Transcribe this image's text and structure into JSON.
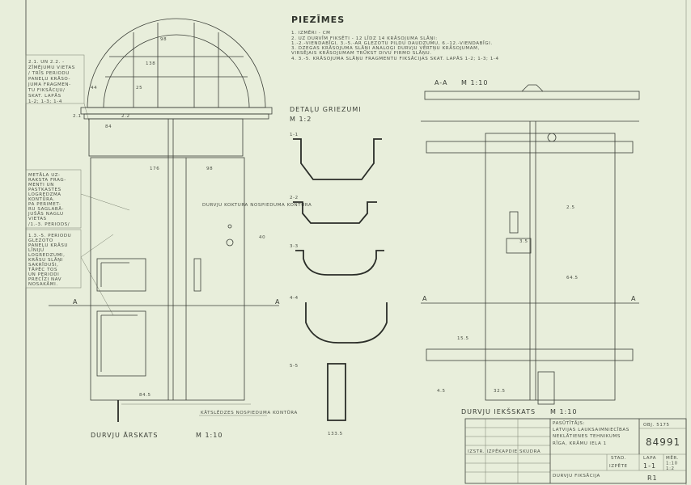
{
  "notes": {
    "title": "PIEZĪMES",
    "lines": [
      "1.   IZMĒRI - CM",
      "2.   UZ DURVĪM FIKSĒTI - 12 LĪDZ 14 KRĀSOJUMA SLĀŅI:",
      "      1.-2.-VIENDABĪGI, 3.-5.-AR GLEZOTU PILDU DAUDZUMU, 6.-12.-VIENDABĪGI.",
      "3.   DZEGAS KRĀSOJUMA SLĀŅI ANALOĢI DURVJU VĒRTŅU KRĀSOJUMAM,",
      "      VIRSĒJAIS KRĀSOJUMAM TRŪKST DIVU PIRMO SLĀŅU.",
      "4.   3.-5. KRĀSOJUMA SLĀŅU FRAGMENTU FIKSĀCIJAS SKAT. LAPĀS 1-2; 1-3; 1-4"
    ]
  },
  "left_notes": {
    "note1": [
      "2.1. UN 2.2. -",
      "ZĪMĒJUMU VIETAS",
      "/ TRĪS PERIODU",
      "PANEĻU KRĀSO-",
      "JUMA FRAGMEN-",
      "TU FIKSĀCIJU/",
      "SKAT. LAPĀS",
      "1-2; 1-3; 1-4"
    ],
    "note2": [
      "METĀLA UZ-",
      "RAKSTA FRAG-",
      "MENTI UN",
      "PASTKASTES",
      "LOGREDZMA",
      "KONTŪRA.",
      "PA PERIMET-",
      "RU SAGLABĀ-",
      "JUŠĀS NAGLU",
      "VIETAS",
      "/1.-3. PERIODS/"
    ],
    "note3": [
      "1.3.-5. PERIODU",
      "GLEZOTO",
      "PANEĻU KRĀSU",
      "LĪNIJU",
      "LOGREDZUMI,",
      "KRĀSU SLĀŅI",
      "SAKRĪDUŠI,",
      "TĀPĒC TOS",
      "UN PERIODI",
      "PRECĪZI NAV",
      "NOSAKĀMI."
    ]
  },
  "labels": {
    "detail_title": "DETAĻU GRIEZUMI",
    "detail_scale": "M 1:2",
    "sec_11": "1-1",
    "sec_22": "2-2",
    "sec_33": "3-3",
    "sec_44": "4-4",
    "sec_55": "5-5",
    "aa_title": "A-A",
    "aa_scale": "M 1:10",
    "A": "A",
    "s21": "2.1",
    "s22": "2.2",
    "front_view": "DURVJU ĀRSKATS",
    "front_scale": "M 1:10",
    "inner_view": "DURVJU IEKŠSKATS",
    "inner_scale": "M 1:10",
    "keyhole_note": "DURVJU KOKTURA NOSPIEDUMA KONTŪRA",
    "handle_note": "KĀTSLĒDZES NOSPIEDUMA KONTŪRA",
    "dims": [
      "138",
      "98",
      "44",
      "25",
      "84",
      "98",
      "176",
      "40",
      "84.5",
      "64.5",
      "133.5",
      "2.5",
      "3.5",
      "4.5",
      "15.5",
      "32.5"
    ]
  },
  "title_block": {
    "client_label": "PASŪTĪTĀJS:",
    "client_lines": [
      "LATVIJAS LAUKSAIMNIECĪBAS",
      "NEKLĀTIENES TEHNIKUMS",
      "RĪGA, KRĀMU IELA 1"
    ],
    "org_code": "OBJ. 5175",
    "drawing_no": "84991",
    "author_row": "IZSTR. IZPĒKAPDIE SKUDRA",
    "stage_label": "STAD.",
    "sheet_label": "LAPA",
    "scale_label": "MĒR.",
    "stage_value": "IZPĒTE",
    "sheet_value": "1-1",
    "scale_value_1": "1:10",
    "scale_value_2": "1:2",
    "subject": "DURVJU FIKSĀCIJA",
    "code": "R1"
  }
}
